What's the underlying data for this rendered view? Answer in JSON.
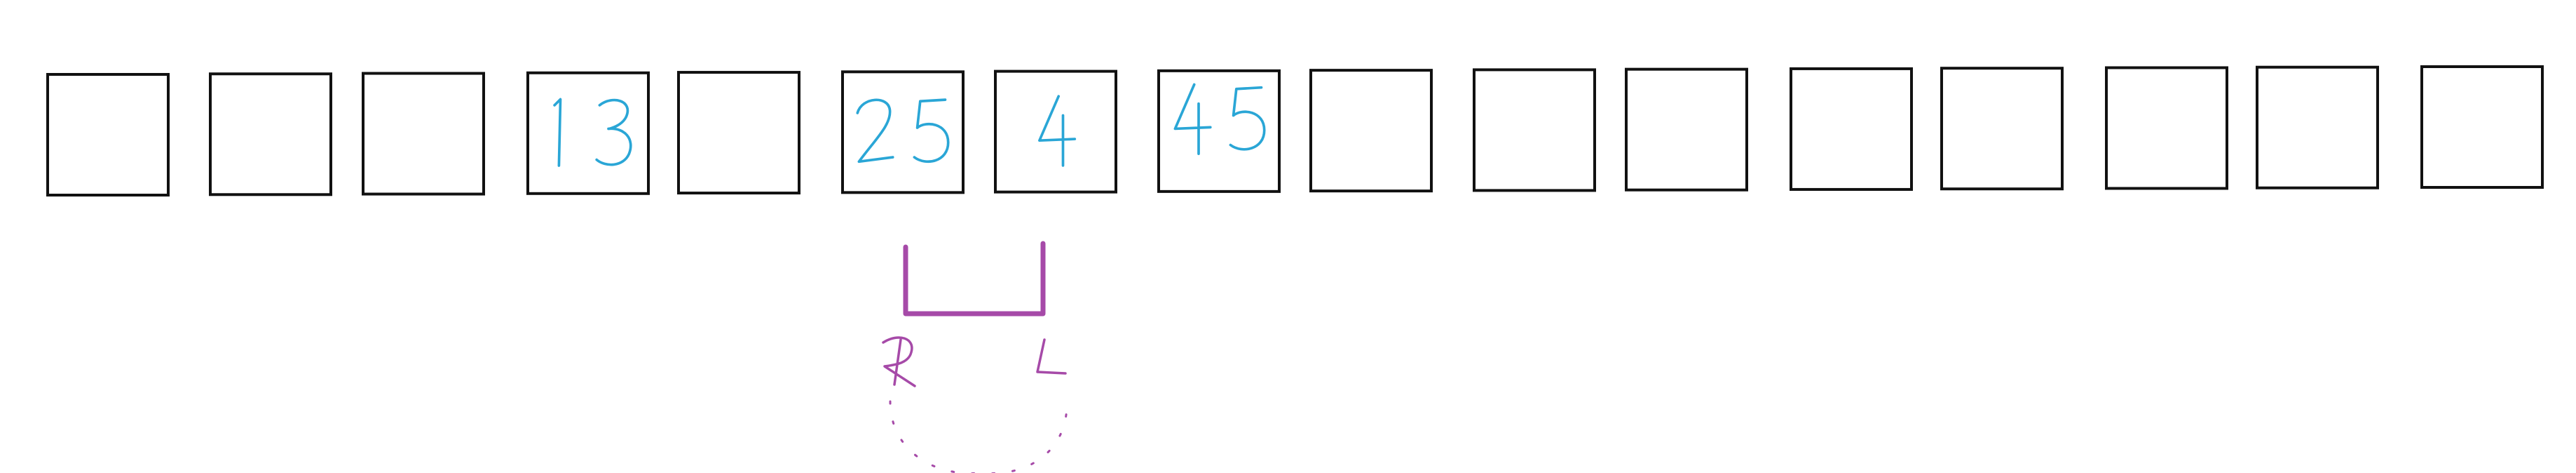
{
  "colors": {
    "cell_border": "#111111",
    "digits": "#2aa6d6",
    "pointers": "#a64aa8"
  },
  "array": {
    "cells": [
      "",
      "",
      "",
      "13",
      "",
      "25",
      "4",
      "45",
      "",
      "",
      "",
      "",
      "",
      "",
      "",
      ""
    ]
  },
  "pointers": {
    "left_label": "R",
    "right_label": "L",
    "left_index": 5,
    "right_index": 6
  }
}
